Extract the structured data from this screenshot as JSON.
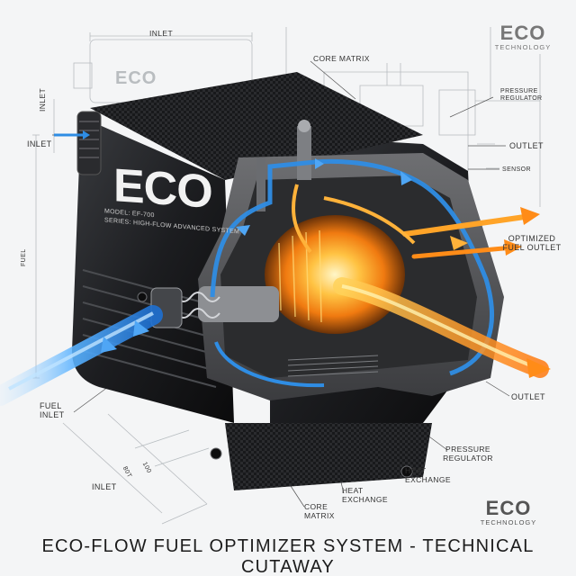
{
  "caption": "ECO-FLOW FUEL OPTIMIZER SYSTEM - TECHNICAL CUTAWAY",
  "brand": {
    "top_logo": "ECO",
    "top_sub": "TECHNOLOGY",
    "bottom_logo": "ECO",
    "bottom_sub": "TECHNOLOGY",
    "body_logo": "ECO",
    "ghost_logo": "ECO",
    "model_line1": "MODEL: EF-700",
    "model_line2": "SERIES: HIGH-FLOW ADVANCED SYSTEM"
  },
  "labels": {
    "inlet_top": "INLET",
    "inlet_side": "INLET",
    "inlet_left": "INLET",
    "core_matrix_top": "CORE MATRIX",
    "pressure_regulator_top": "PRESSURE\nREGULATOR",
    "outlet_top": "OUTLET",
    "sensor": "SENSOR",
    "optimized_fuel_outlet": "OPTIMIZED\nFUEL OUTLET",
    "fuel_side": "FUEL",
    "fuel_inlet": "FUEL\nINLET",
    "outlet_right": "OUTLET",
    "pressure_regulator_bottom": "PRESSURE\nREGULATOR",
    "heat_exchange_1": "HEAT\nEXCHANGE",
    "heat_exchange_2": "HEAT\nEXCHANGE",
    "core_matrix_bottom": "CORE\nMATRIX",
    "inlet_bottom": "INLET",
    "dim_1": "100",
    "dim_2": "80T"
  },
  "colors": {
    "hot": "#ff9a1f",
    "cold": "#2f8de4",
    "body": "#1b1c1e"
  }
}
